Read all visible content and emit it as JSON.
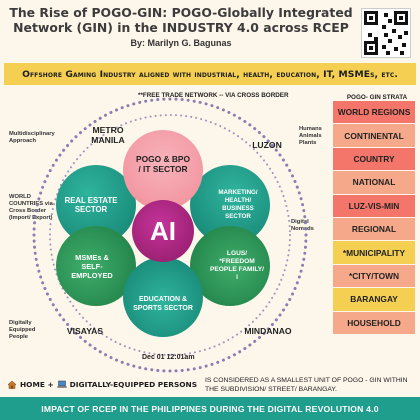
{
  "header": {
    "title": "The Rise of POGO-GIN: POGO-Globally Integrated Network (GIN) in the INDUSTRY 4.0 across RCEP",
    "author": "By: Marilyn G. Bagunas"
  },
  "banner": {
    "text": "Offshore Gaming Industry aligned with industrial, health, education, IT, MSMEs, etc."
  },
  "free_trade_note": "**FREE TRADE NETWORK -- VIA CROSS BORDER",
  "strata": {
    "title": "POGO- GIN STRATA",
    "items": [
      {
        "label": "WORLD REGIONS",
        "color": "#f4756a"
      },
      {
        "label": "CONTINENTAL",
        "color": "#f6a98a"
      },
      {
        "label": "COUNTRY",
        "color": "#f4756a"
      },
      {
        "label": "NATIONAL",
        "color": "#f6a98a"
      },
      {
        "label": "LUZ-VIS-MIN",
        "color": "#f4756a"
      },
      {
        "label": "REGIONAL",
        "color": "#f6a98a"
      },
      {
        "label": "*MUNICIPALITY",
        "color": "#f4cf52"
      },
      {
        "label": "*CITY/TOWN",
        "color": "#f6a98a"
      },
      {
        "label": "BARANGAY",
        "color": "#f4cf52"
      },
      {
        "label": "HOUSEHOLD",
        "color": "#f6a98a"
      }
    ]
  },
  "side_notes": {
    "multidisciplinary": "Multidisciplinary Approach",
    "world_countries": "WORLD COUNTRIES via Cross Border (Import/ Export)",
    "digitally_equipped": "Digitally Equipped People",
    "humans": "Humans Animals Plants",
    "nomads": "Digital Nomads"
  },
  "regions": {
    "metro_manila": "METRO MANILA",
    "luzon": "LUZON",
    "visayas": "VISAYAS",
    "mindanao": "MINDANAO"
  },
  "petals": {
    "pogo": "POGO & BPO / IT SECTOR",
    "real_estate": "REAL ESTATE SECTOR",
    "marketing": "MARKETING/ HEALTH/ BUSINESS SECTOR",
    "msmes": "MSMEs & SELF-EMPLOYED",
    "lgus": "LGUS/ *FREEDOM PEOPLE FAMILY/ I",
    "education": "EDUCATION & SPORTS SECTOR"
  },
  "center": "AI",
  "date": "Dec 01 12:01am",
  "bottom": {
    "home_label": "HOME + ",
    "persons_label": "DIGITALLY-EQUIPPED PERSONS",
    "description": "IS CONSIDERED AS A SMALLEST UNIT OF POGO - GIN WITHIN THE SUBDIVISION/ STREET/ BARANGAY.",
    "footer": "IMPACT OF RCEP IN THE PHILIPPINES DURING THE DIGITAL REVOLUTION 4.0"
  },
  "colors": {
    "teal": "#1f9e8d",
    "green": "#1f8a52",
    "pink": "#f5a3ad",
    "purple": "#a9257a",
    "dots": "#8a7fb0"
  }
}
